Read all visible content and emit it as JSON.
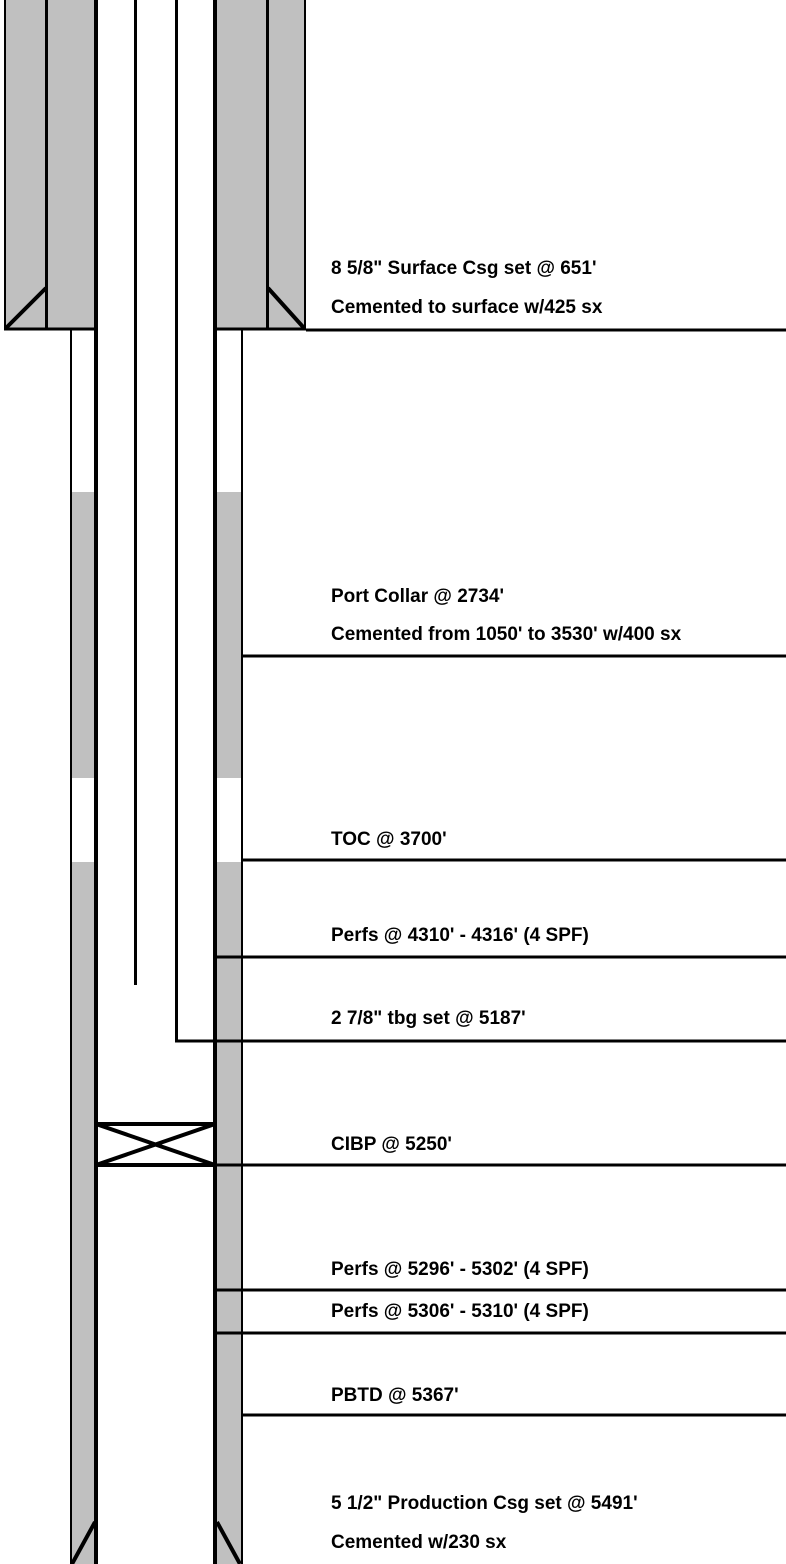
{
  "diagram": {
    "colors": {
      "cement": "#c0c0c0",
      "line": "#000000",
      "background": "#ffffff"
    },
    "annotations": [
      {
        "id": "surface-csg",
        "lines": [
          "8 5/8\" Surface Csg set @ 651'",
          "Cemented to surface w/425 sx"
        ]
      },
      {
        "id": "port-collar",
        "lines": [
          "Port Collar @ 2734'",
          "Cemented from 1050' to 3530' w/400 sx"
        ]
      },
      {
        "id": "toc",
        "lines": [
          "TOC @ 3700'"
        ]
      },
      {
        "id": "perfs-4310",
        "lines": [
          "Perfs @ 4310' - 4316' (4 SPF)"
        ]
      },
      {
        "id": "tubing",
        "lines": [
          "2 7/8\" tbg set @ 5187'"
        ]
      },
      {
        "id": "cibp",
        "lines": [
          "CIBP @ 5250'"
        ]
      },
      {
        "id": "perfs-5296",
        "lines": [
          "Perfs @ 5296' - 5302' (4 SPF)"
        ]
      },
      {
        "id": "perfs-5306",
        "lines": [
          "Perfs @ 5306' - 5310' (4 SPF)"
        ]
      },
      {
        "id": "pbtd",
        "lines": [
          "PBTD @ 5367'"
        ]
      },
      {
        "id": "production-csg",
        "lines": [
          "5 1/2\" Production Csg set @ 5491'",
          "Cemented w/230 sx"
        ]
      }
    ]
  }
}
